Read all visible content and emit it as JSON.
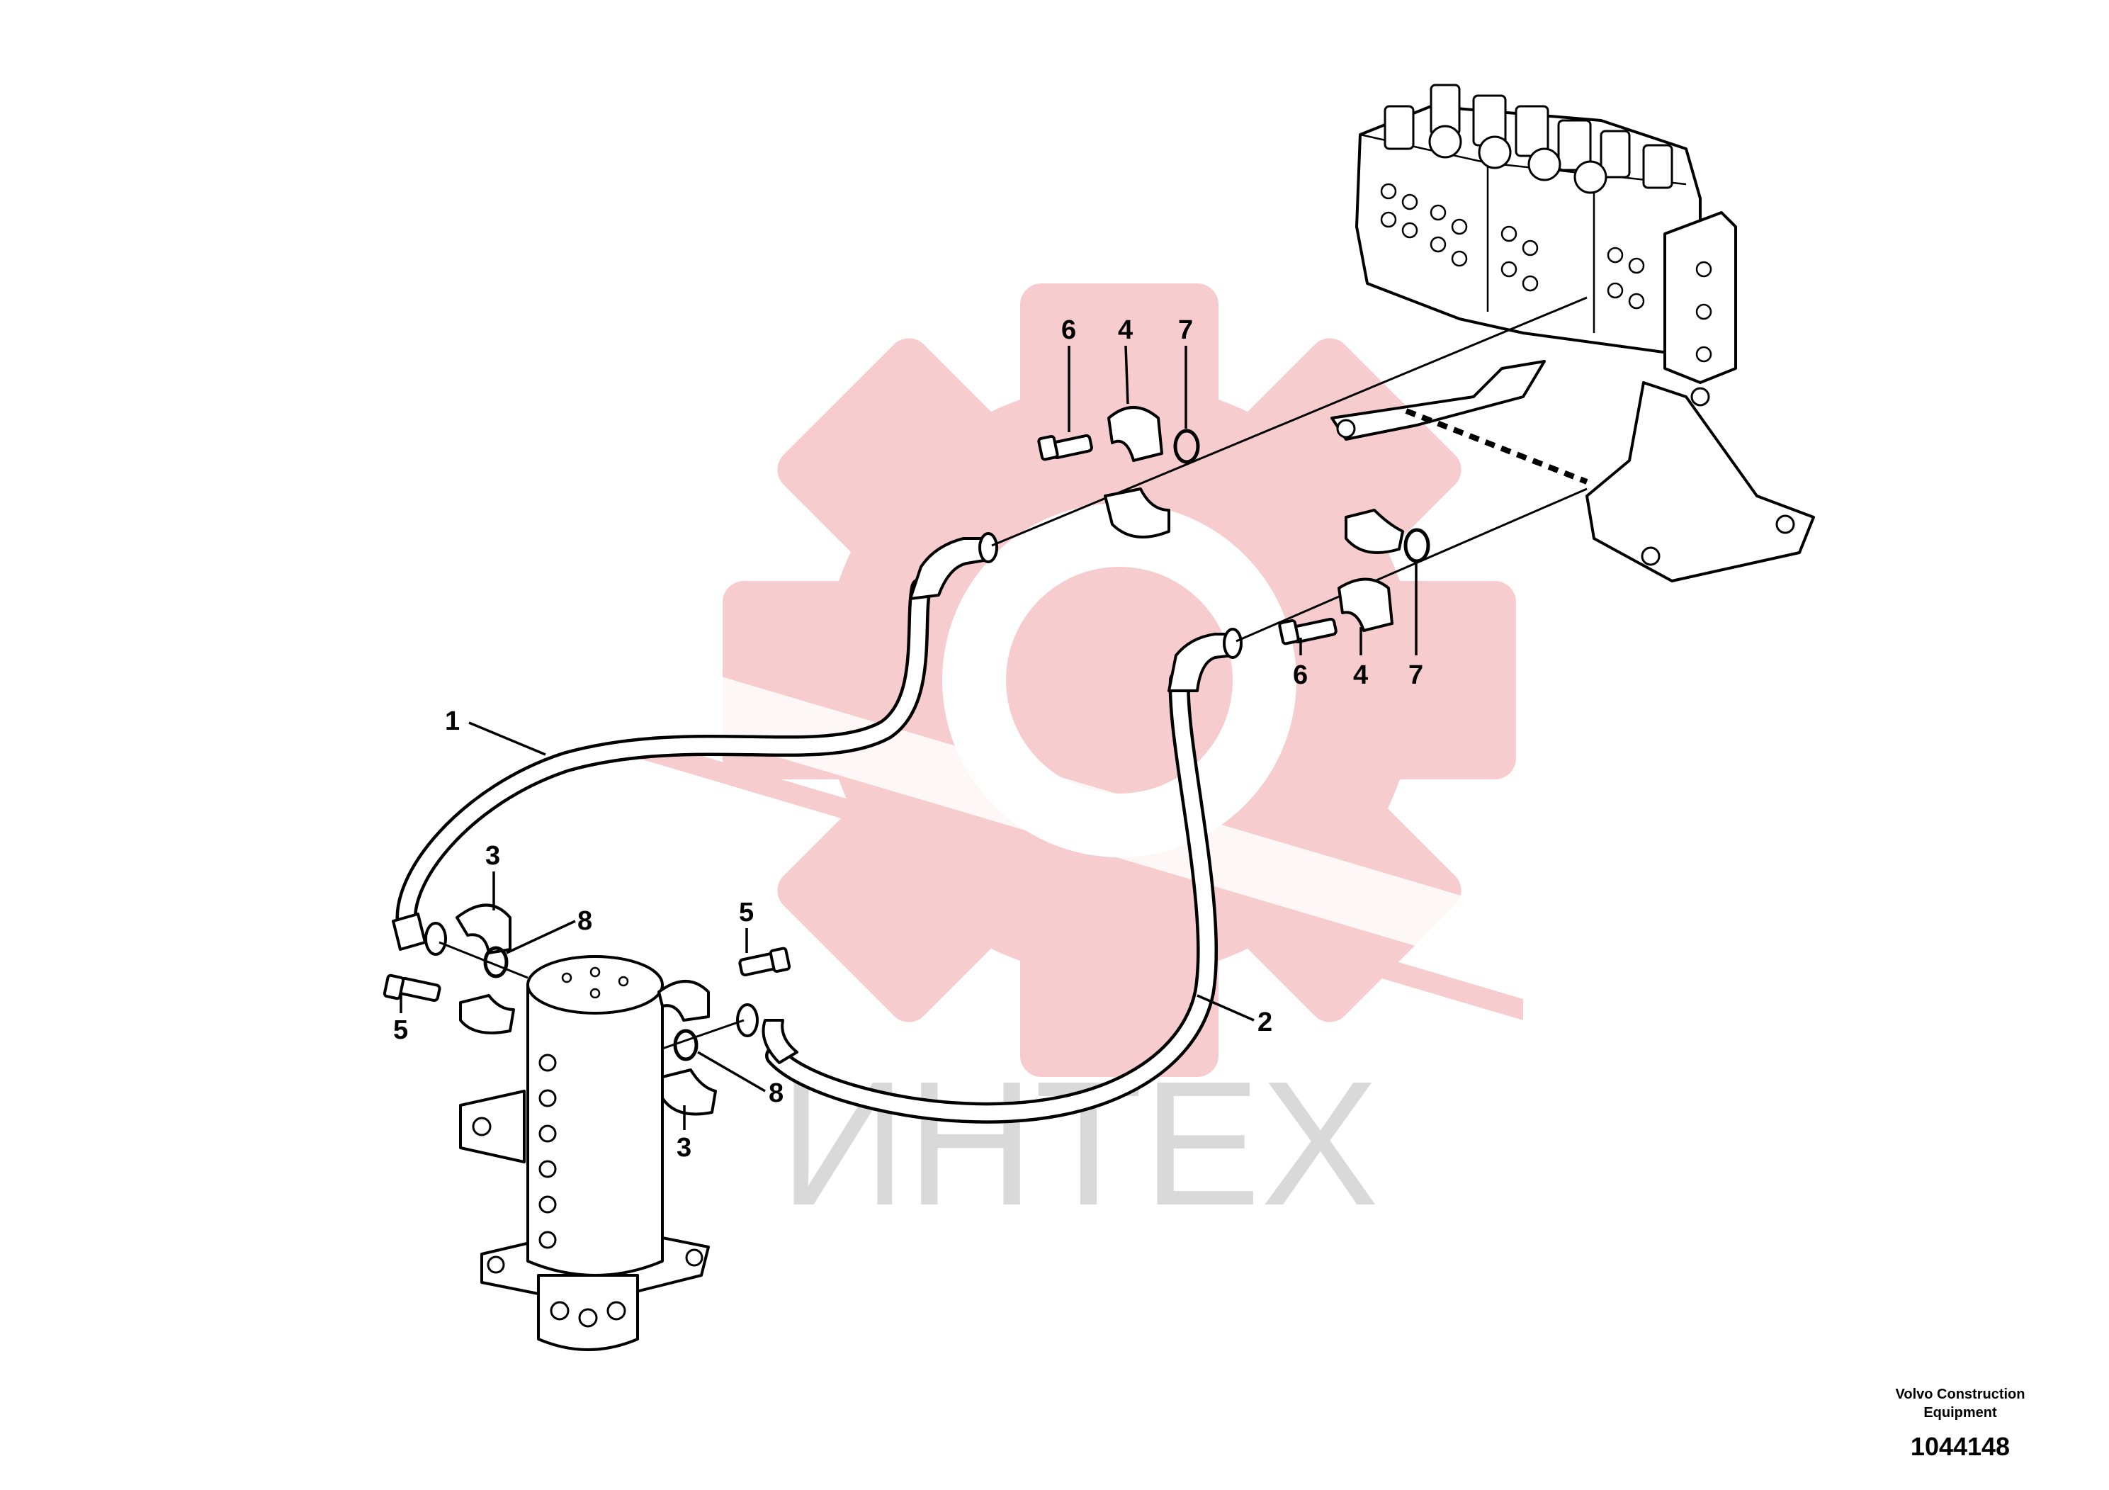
{
  "diagram": {
    "callouts": [
      {
        "id": "c1",
        "label": "1"
      },
      {
        "id": "c2",
        "label": "2"
      },
      {
        "id": "c3a",
        "label": "3"
      },
      {
        "id": "c3b",
        "label": "3"
      },
      {
        "id": "c4a",
        "label": "4"
      },
      {
        "id": "c4b",
        "label": "4"
      },
      {
        "id": "c5a",
        "label": "5"
      },
      {
        "id": "c5b",
        "label": "5"
      },
      {
        "id": "c6a",
        "label": "6"
      },
      {
        "id": "c6b",
        "label": "6"
      },
      {
        "id": "c7a",
        "label": "7"
      },
      {
        "id": "c7b",
        "label": "7"
      },
      {
        "id": "c8a",
        "label": "8"
      },
      {
        "id": "c8b",
        "label": "8"
      }
    ],
    "watermark": {
      "text": "ИНТЕХ",
      "gear_color": "#f7c7c9",
      "text_color": "#d9d9d9"
    },
    "caption": {
      "company_line1": "Volvo Construction",
      "company_line2": "Equipment",
      "drawing_number": "1044148"
    }
  }
}
